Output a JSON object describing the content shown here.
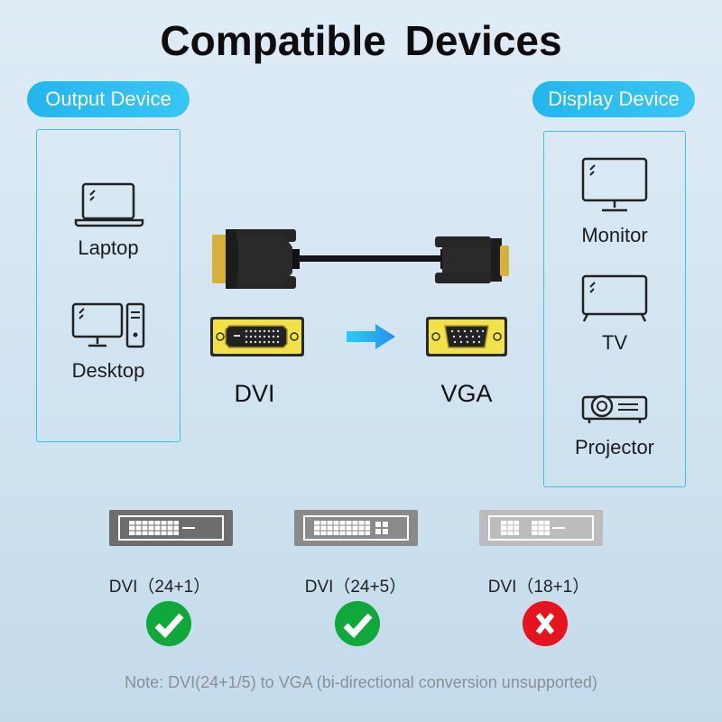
{
  "title": "Compatible  Devices",
  "output": {
    "label": "Output Device",
    "items": [
      {
        "label": "Laptop",
        "icon": "laptop-icon"
      },
      {
        "label": "Desktop",
        "icon": "desktop-icon"
      }
    ]
  },
  "display": {
    "label": "Display Device",
    "items": [
      {
        "label": "Monitor",
        "icon": "monitor-icon"
      },
      {
        "label": "TV",
        "icon": "tv-icon"
      },
      {
        "label": "Projector",
        "icon": "projector-icon"
      }
    ]
  },
  "conversion": {
    "from": "DVI",
    "to": "VGA"
  },
  "dvi_types": [
    {
      "label": "DVI（24+1）",
      "supported": true
    },
    {
      "label": "DVI（24+5）",
      "supported": true
    },
    {
      "label": "DVI（18+1）",
      "supported": false
    }
  ],
  "colors": {
    "accent": "#22b6ef",
    "check": "#0fa83a",
    "cross": "#e6141e"
  },
  "note": "Note:  DVI(24+1/5) to VGA (bi-directional conversion unsupported)"
}
